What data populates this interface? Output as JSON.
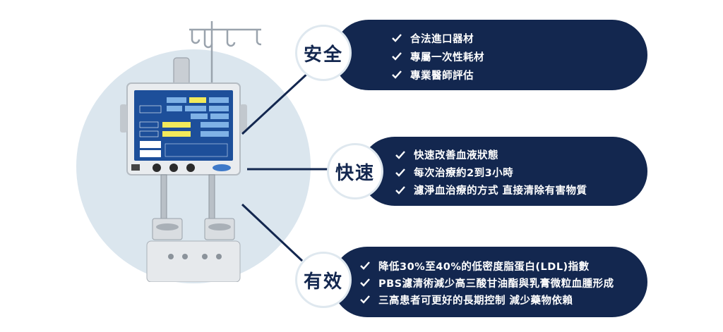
{
  "sections": {
    "safe": {
      "title": "安全",
      "items": [
        "合法進口器材",
        "專屬一次性耗材",
        "專業醫師評估"
      ]
    },
    "fast": {
      "title": "快速",
      "items": [
        "快速改善血液狀態",
        "每次治療約2到3小時",
        "濾淨血治療的方式 直接清除有害物質"
      ]
    },
    "effective": {
      "title": "有效",
      "items": [
        "降低30%至40%的低密度脂蛋白(LDL)指數",
        "PBS濾清術減少高三酸甘油酯與乳膏微粒血腫形成",
        "三高患者可更好的長期控制 減少藥物依賴"
      ]
    }
  },
  "colors": {
    "navy": "#13274f",
    "circle_bg": "#dbe6ee",
    "screen_blue": "#1d4f9a",
    "screen_yellow": "#f2ea5a"
  }
}
